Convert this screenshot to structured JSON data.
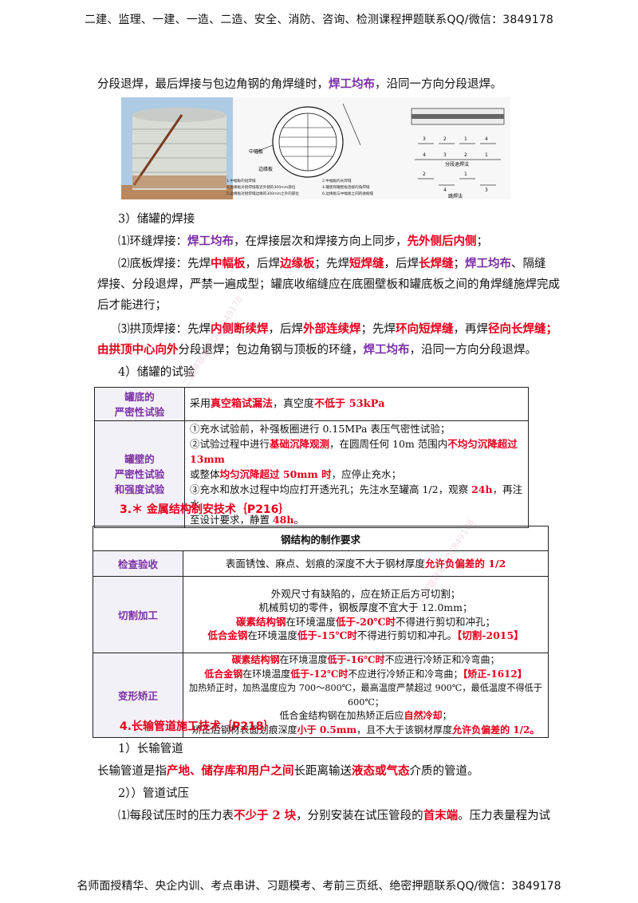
{
  "header": "二建、监理、一建、一造、二造、安全、消防、咨询、检测课程押题联系QQ/微信：3849178",
  "footer": "名师面授精华、央企内训、考点串讲、习题模考、考前三页纸、绝密押题联系QQ/微信：3849178",
  "intro": {
    "a": "分段退焊，最后焊接与包边角钢的角焊缝时，",
    "b": "焊工均布",
    "c": "，沿同一方向分段退焊。"
  },
  "image_labels": {
    "mid_plate": "中幅板",
    "edge_plate": "边缘板",
    "legend_1": "1.中幅板的短焊缝",
    "legend_2": "2.中幅板的长焊缝",
    "legend_3": "3.边缘板对接焊缝靠近外侧的300mm部位",
    "legend_4": "4.罐底和罐壁板连接的角焊缝",
    "legend_5": "5.边缘板对接焊缝边缘的300mm之外的部位",
    "legend_6": "6.边缘板与中幅板之间的收缩缝",
    "seg_back": "分段退焊法",
    "skip_weld": "跳焊法"
  },
  "s3": "3）储罐的焊接",
  "p1": {
    "a": "⑴环缝焊接：",
    "b": "焊工均布",
    "c": "，在焊接层次和焊接方向上同步，",
    "d": "先外侧后内侧",
    "e": "；"
  },
  "p2": {
    "a": "⑵底板焊接：先焊",
    "b": "中幅板",
    "c": "，后焊",
    "d": "边缘板",
    "e": "；先焊",
    "f": "短焊缝",
    "g": "，后焊",
    "h": "长焊缝",
    "i": "；",
    "j": "焊工均布",
    "k": "、隔缝",
    "l2": "焊接、分段退焊，严禁一遍成型；罐底收缩缝应在底圈壁板和罐底板之间的角焊缝施焊完成",
    "l3": "后才能进行；"
  },
  "p3": {
    "a": "⑶拱顶焊接：先焊",
    "b": "内侧断续焊",
    "c": "，后焊",
    "d": "外部连续焊",
    "e": "；先焊",
    "f": "环向短焊缝",
    "g": "，再焊",
    "h": "径向长焊缝；",
    "l2a": "由拱顶中心向外",
    "l2b": "分段退焊；包边角钢与顶板的环缝，",
    "l2c": "焊工均布",
    "l2d": "，沿同一方向分段退焊。"
  },
  "s4": "4）储罐的试验",
  "table1": {
    "row1_label": [
      "罐底的",
      "严密性试验"
    ],
    "row1": {
      "a": "采用",
      "b": "真空箱试漏法",
      "c": "，真空度",
      "d": "不低于 53kPa"
    },
    "row2_label": [
      "罐壁的",
      "严密性试验",
      "和强度试验"
    ],
    "row2": {
      "l1": "①充水试验前，补强板圈进行 0.15MPa 表压气密性试验；",
      "l2a": "②试验过程中进行",
      "l2b": "基础沉降观测",
      "l2c": "，在圆周任何 10m 范围内",
      "l2d": "不均匀沉降超过 13mm",
      "l3a": "或整体",
      "l3b": "均匀沉降超过 50mm 时",
      "l3c": "，应停止充水；",
      "l4a": "③充水和放水过程中均应打开透光孔；先注水至罐高 1/2，观察 ",
      "l4b": "24h",
      "l4c": "，再注水",
      "l5a": "至设计要求，静置 ",
      "l5b": "48h",
      "l5c": "。"
    }
  },
  "sec3": "3.＊ 金属结构制安技术｛P216｝",
  "table2": {
    "title": "钢结构的制作要求",
    "r1_label": "检查验收",
    "r1": {
      "a": "表面锈蚀、麻点、划痕的深度不大于钢材厚度",
      "b": "允许负偏差的 1/2"
    },
    "r2_label": "切割加工",
    "r2": {
      "l1": "外观尺寸有缺陷的，应在矫正后方可切割；",
      "l2": "机械剪切的零件，钢板厚度不宜大于 12.0mm；",
      "l3a": "碳素结构钢",
      "l3b": "在环境温度",
      "l3c": "低于-20℃时",
      "l3d": "不得进行剪切和冲孔；",
      "l4a": "低合金钢",
      "l4b": "在环境温度",
      "l4c": "低于-15℃时",
      "l4d": "不得进行剪切和冲孔。",
      "l4e": "【切割-2015】"
    },
    "r3_label": "变形矫正",
    "r3": {
      "l1a": "碳素结构钢",
      "l1b": "在环境温度",
      "l1c": "低于-16℃时",
      "l1d": "不应进行冷矫正和冷弯曲；",
      "l2a": "低合金钢",
      "l2b": "在环境温度",
      "l2c": "低于-12℃时",
      "l2d": "不应进行冷矫正和冷弯曲；",
      "l2e": "【矫正-1612】",
      "l3": "加热矫正时，加热温度应为 700～800℃，最高温度严禁超过 900℃，最低温度不得低于 600℃；",
      "l4a": "低合金结构钢在加热矫正后应",
      "l4b": "自然冷却",
      "l4c": "；",
      "l5a": "矫正后钢材表面划痕深度",
      "l5b": "小于 0.5mm",
      "l5c": "，且不大于该钢材厚度",
      "l5d": "允许负偏差的 1/2。"
    }
  },
  "sec4": "4.长输管道施工技术｛P218｝",
  "s41": "1）长输管道",
  "p41": {
    "a": "长输管道是指",
    "b": "产地、储存库和用户之间",
    "c": "长距离输送",
    "d": "液态或气态",
    "e": "介质的管道。"
  },
  "s42": "2））管道试压",
  "p42": {
    "a": "⑴每段试压时的压力表",
    "b": "不少于 2 块",
    "c": "，分别安装在试压管段的",
    "d": "首末端",
    "e": "。压力表量程为试"
  },
  "watermark": "二建押题联系QQ3849178"
}
